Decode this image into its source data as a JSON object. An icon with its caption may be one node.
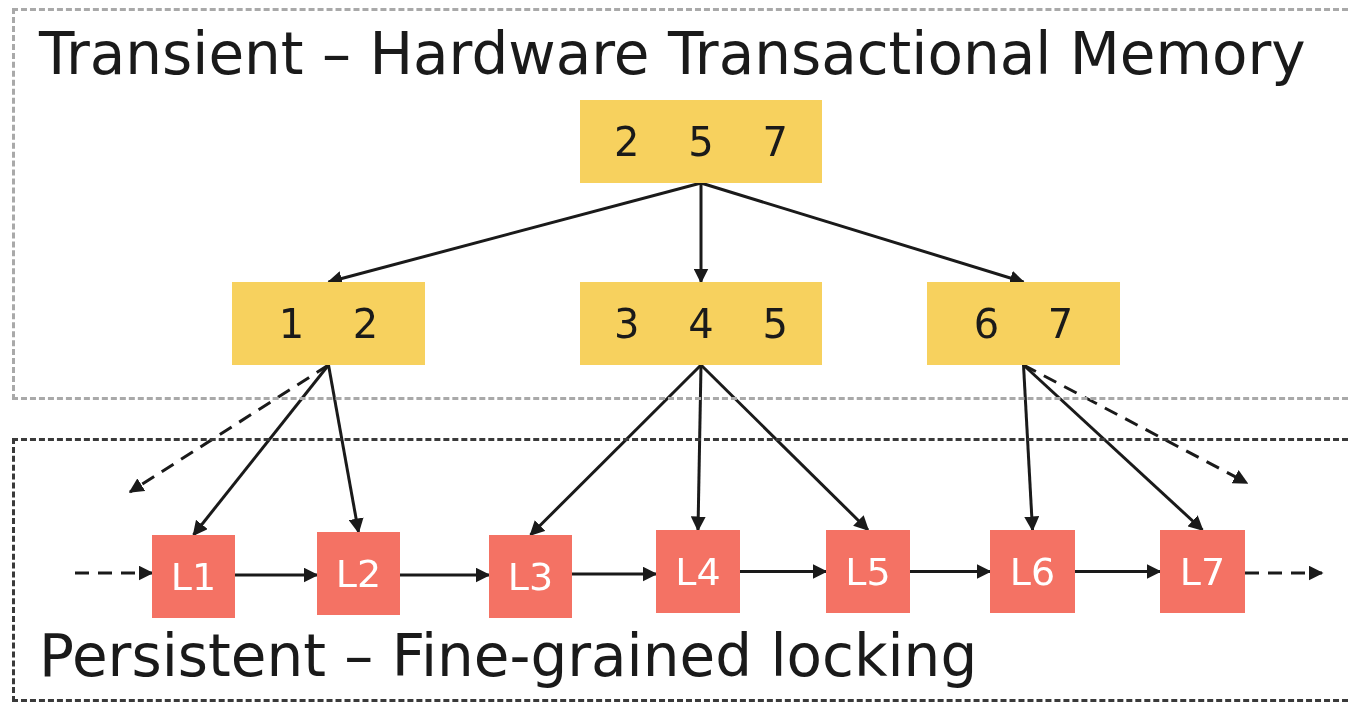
{
  "diagram": {
    "nodes": [
      {
        "text": [
          "Transient – Hardware Transactional Memory"
        ]
      },
      {
        "text": [
          "Persistent – Fine-grained locking"
        ]
      },
      {
        "text": [
          "2 5 7"
        ],
        "in": 0
      },
      {
        "text": [
          "1 2"
        ],
        "in": 0
      },
      {
        "text": [
          "3 4 5"
        ],
        "in": 0
      },
      {
        "text": [
          "6 7"
        ],
        "in": 0
      },
      {
        "text": [
          "L1"
        ],
        "in": 1
      },
      {
        "text": [
          "L2"
        ],
        "in": 1
      },
      {
        "text": [
          "L3"
        ],
        "in": 1
      },
      {
        "text": [
          "L4"
        ],
        "in": 1
      },
      {
        "text": [
          "L5"
        ],
        "in": 1
      },
      {
        "text": [
          "L6"
        ],
        "in": 1
      },
      {
        "text": [
          "L7"
        ],
        "in": 1
      }
    ],
    "edges": [
      {
        "from": 2,
        "to": 3,
        "arrow": "to"
      },
      {
        "from": 2,
        "to": 4,
        "arrow": "to"
      },
      {
        "from": 2,
        "to": 5,
        "arrow": "to"
      },
      {
        "from": 3,
        "to": null,
        "arrow": "to",
        "style": "dashed"
      },
      {
        "from": 3,
        "to": 6,
        "arrow": "to"
      },
      {
        "from": 3,
        "to": 7,
        "arrow": "to"
      },
      {
        "from": 4,
        "to": 8,
        "arrow": "to"
      },
      {
        "from": 4,
        "to": 9,
        "arrow": "to"
      },
      {
        "from": 4,
        "to": 10,
        "arrow": "to"
      },
      {
        "from": 5,
        "to": 11,
        "arrow": "to"
      },
      {
        "from": 5,
        "to": 12,
        "arrow": "to"
      },
      {
        "from": 5,
        "to": null,
        "arrow": "to",
        "style": "dashed"
      },
      {
        "from": null,
        "to": 6,
        "arrow": "to",
        "style": "dashed"
      },
      {
        "from": 6,
        "to": 7,
        "arrow": "to"
      },
      {
        "from": 7,
        "to": 8,
        "arrow": "to"
      },
      {
        "from": 8,
        "to": 9,
        "arrow": "to"
      },
      {
        "from": 9,
        "to": 10,
        "arrow": "to"
      },
      {
        "from": 10,
        "to": 11,
        "arrow": "to"
      },
      {
        "from": 11,
        "to": 12,
        "arrow": "to"
      },
      {
        "from": 12,
        "to": null,
        "arrow": "to",
        "style": "dashed"
      }
    ]
  }
}
